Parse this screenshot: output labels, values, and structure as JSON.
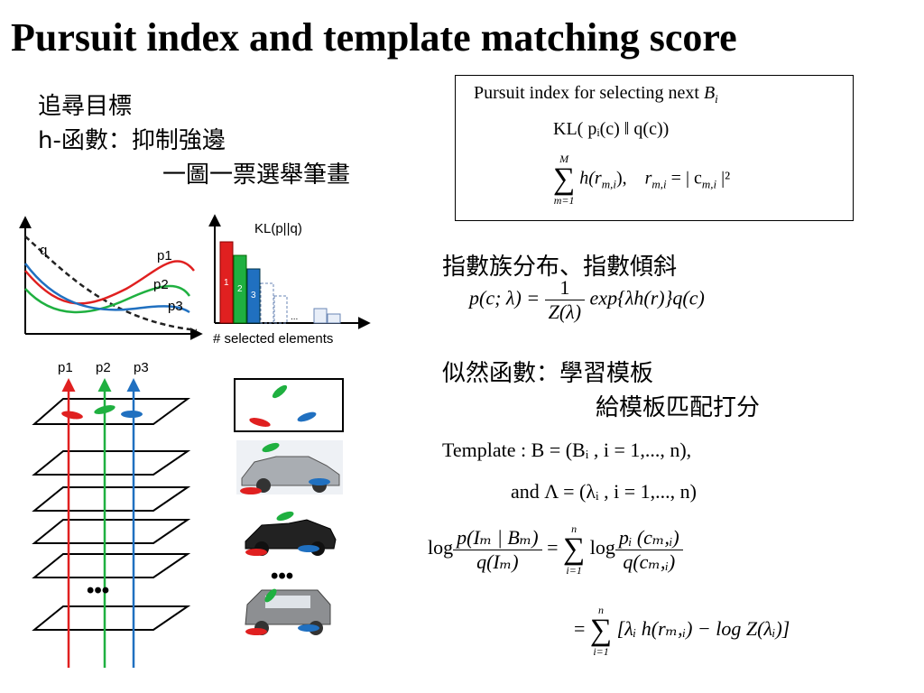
{
  "title": "Pursuit index and template matching score",
  "left_text": {
    "line1": "追尋目標",
    "line2": "h-函數：抑制強邊",
    "line3": "一圖一票選舉筆畫"
  },
  "box": {
    "line1": "Pursuit index for selecting next",
    "line1_var": "B",
    "line1_sub": "i",
    "kl": "KL( pᵢ(c) ‖ q(c))",
    "sum_top": "M",
    "sum_bottom": "m=1",
    "sum_expr": "h(r",
    "sum_expr_sub": "m,i",
    "sum_expr_end": "),",
    "r_def": "r",
    "r_def_sub": "m,i",
    "r_def_eq": " = | c",
    "r_def_c_sub": "m,i",
    "r_def_end": " |²"
  },
  "right_text": {
    "exp_heading": "指數族分布、指數傾斜",
    "lik_heading1": "似然函數：學習模板",
    "lik_heading2": "給模板匹配打分"
  },
  "formulas": {
    "p_lhs": "p(c; λ) =",
    "p_num": "1",
    "p_den": "Z(λ)",
    "p_rhs": "exp{λh(r)}q(c)",
    "template": "Template : B = (Bᵢ , i = 1,..., n),",
    "template_and": "and Λ = (λᵢ , i = 1,..., n)",
    "log_word": "log",
    "ratio_num": "p(Iₘ | Bₘ)",
    "ratio_den": "q(Iₘ)",
    "eq": "=",
    "sum_top": "n",
    "sum_bottom": "i=1",
    "log_num": "pᵢ (cₘ,ᵢ)",
    "log_den": "q(cₘ,ᵢ)",
    "final": "[λᵢ h(rₘ,ᵢ) − log Z(λᵢ)]"
  },
  "figure": {
    "curve_labels": [
      "q",
      "p1",
      "p2",
      "p3"
    ],
    "bar_title": "KL(p||q)",
    "bar_numbers": [
      "1",
      "2",
      "3"
    ],
    "bar_dots": "...",
    "bar_xlabel": "# selected elements",
    "arrow_labels": [
      "p1",
      "p2",
      "p3"
    ],
    "stack_dots": "•••",
    "car_dots": "•••",
    "colors": {
      "red": "#e02020",
      "green": "#1fb040",
      "blue": "#2070c0"
    }
  }
}
